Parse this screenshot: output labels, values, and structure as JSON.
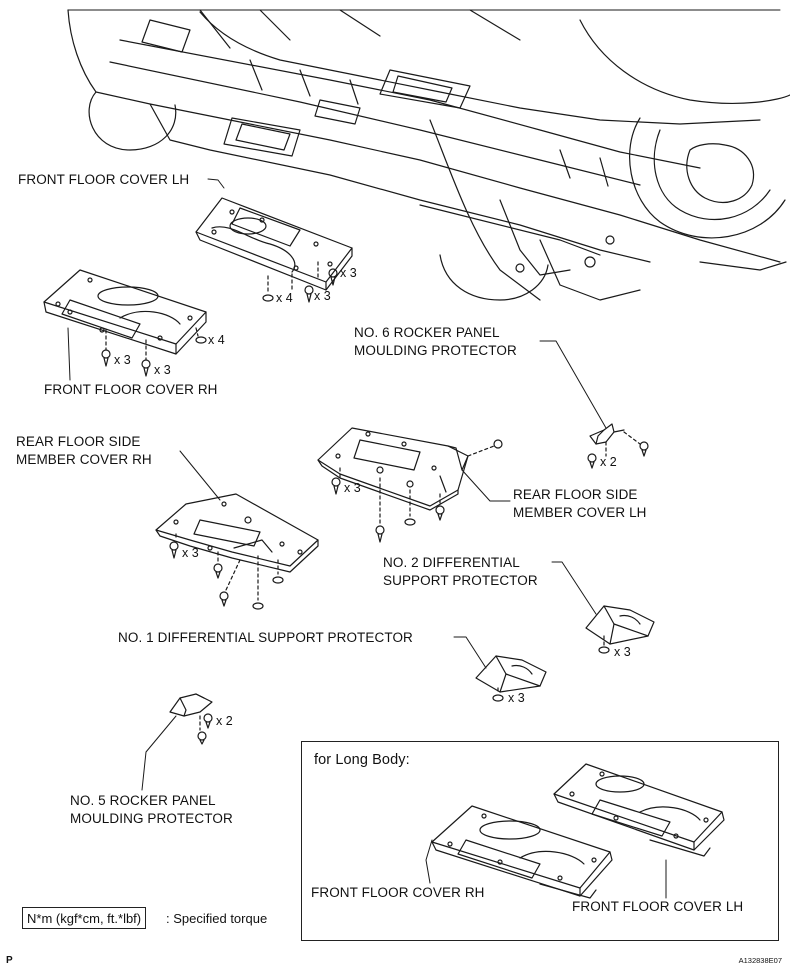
{
  "labels": {
    "front_floor_cover_lh": "FRONT FLOOR COVER LH",
    "front_floor_cover_rh": "FRONT FLOOR COVER RH",
    "no6_line1": "NO. 6 ROCKER PANEL",
    "no6_line2": "MOULDING PROTECTOR",
    "rear_rh_line1": "REAR FLOOR SIDE",
    "rear_rh_line2": "MEMBER COVER RH",
    "rear_lh_line1": "REAR FLOOR SIDE",
    "rear_lh_line2": "MEMBER COVER LH",
    "no2_line1": "NO. 2 DIFFERENTIAL",
    "no2_line2": "SUPPORT PROTECTOR",
    "no1": "NO. 1 DIFFERENTIAL SUPPORT PROTECTOR",
    "no5_line1": "NO. 5 ROCKER PANEL",
    "no5_line2": "MOULDING PROTECTOR"
  },
  "quantities": {
    "lh_a": "x 3",
    "lh_b": "x 4",
    "lh_c": "x 3",
    "rh_a": "x 4",
    "rh_b": "x 3",
    "rh_c": "x 3",
    "no6": "x 2",
    "rear_lh": "x 3",
    "rear_rh": "x 3",
    "no2": "x 3",
    "no1": "x 3",
    "no5": "x 2"
  },
  "inset": {
    "title": "for Long Body:",
    "rh_label": "FRONT FLOOR COVER RH",
    "lh_label": "FRONT FLOOR COVER LH"
  },
  "legend": {
    "torque_box": "N*m (kgf*cm, ft.*lbf)",
    "torque_text": ": Specified torque"
  },
  "corner_letter": "P",
  "figure_code": "A132838E07"
}
